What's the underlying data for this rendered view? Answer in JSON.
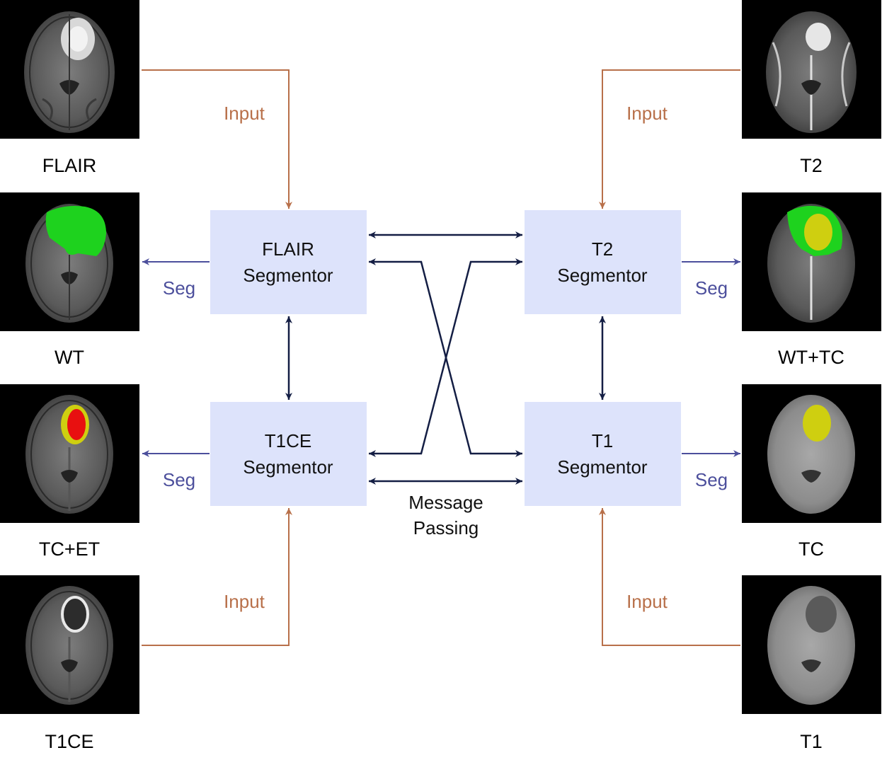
{
  "colors": {
    "background": "#ffffff",
    "box_fill": "#dde3fb",
    "input_arrow": "#b8704a",
    "seg_arrow": "#4c4f9c",
    "message_arrow": "#141e44",
    "scan_bg": "#000000",
    "wt_green": "#1ed21e",
    "tc_yellow": "#cfcf10",
    "et_red": "#e81010"
  },
  "segmentors": {
    "flair": {
      "line1": "FLAIR",
      "line2": "Segmentor"
    },
    "t2": {
      "line1": "T2",
      "line2": "Segmentor"
    },
    "t1ce": {
      "line1": "T1CE",
      "line2": "Segmentor"
    },
    "t1": {
      "line1": "T1",
      "line2": "Segmentor"
    }
  },
  "images": {
    "flair": {
      "label": "FLAIR",
      "icon": "mri-scan-icon"
    },
    "wt": {
      "label": "WT",
      "icon": "segmentation-mask-icon"
    },
    "tcet": {
      "label": "TC+ET",
      "icon": "segmentation-mask-icon"
    },
    "t1ce": {
      "label": "T1CE",
      "icon": "mri-scan-icon"
    },
    "t2": {
      "label": "T2",
      "icon": "mri-scan-icon"
    },
    "wttc": {
      "label": "WT+TC",
      "icon": "segmentation-mask-icon"
    },
    "tc": {
      "label": "TC",
      "icon": "segmentation-mask-icon"
    },
    "t1": {
      "label": "T1",
      "icon": "mri-scan-icon"
    }
  },
  "flow_labels": {
    "input": "Input",
    "seg": "Seg"
  },
  "message_passing": {
    "line1": "Message",
    "line2": "Passing"
  }
}
